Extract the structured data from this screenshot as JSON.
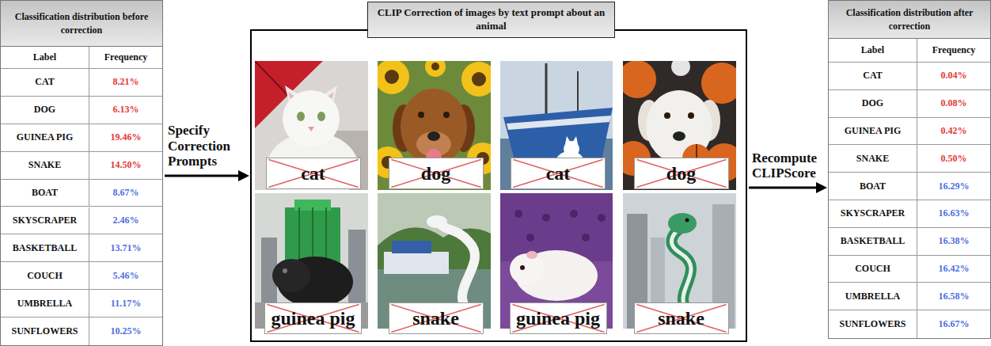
{
  "diagram": {
    "nodes": [
      {
        "text": [
          "Classification distribution before correction"
        ]
      },
      {
        "text": [
          "CLIP Correction of images by text prompt about an animal"
        ]
      },
      {
        "text": [
          "Classification distribution after correction"
        ]
      },
      {
        "text": [
          "cat"
        ],
        "in": 1
      },
      {
        "text": [
          "dog"
        ],
        "in": 1
      },
      {
        "text": [
          "cat"
        ],
        "in": 1
      },
      {
        "text": [
          "dog"
        ],
        "in": 1
      },
      {
        "text": [
          "guinea pig"
        ],
        "in": 1
      },
      {
        "text": [
          "snake"
        ],
        "in": 1
      },
      {
        "text": [
          "guinea pig"
        ],
        "in": 1
      },
      {
        "text": [
          "snake"
        ],
        "in": 1
      }
    ],
    "edges": [
      {
        "from": 0,
        "to": 1,
        "arrow": "to",
        "label": "Specify Correction Prompts"
      },
      {
        "from": 1,
        "to": 2,
        "arrow": "to",
        "label": "Recompute CLIPScore"
      }
    ],
    "labels": [
      "Label",
      "Frequency",
      "CAT",
      "8.21%",
      "DOG",
      "6.13%",
      "GUINEA PIG",
      "19.46%",
      "SNAKE",
      "14.50%",
      "BOAT",
      "8.67%",
      "SKYSCRAPER",
      "2.46%",
      "BASKETBALL",
      "13.71%",
      "COUCH",
      "5.46%",
      "UMBRELLA",
      "11.17%",
      "SUNFLOWERS",
      "10.25%",
      "Label",
      "Frequency",
      "CAT",
      "0.04%",
      "DOG",
      "0.08%",
      "GUINEA PIG",
      "0.42%",
      "SNAKE",
      "0.50%",
      "BOAT",
      "16.29%",
      "SKYSCRAPER",
      "16.63%",
      "BASKETBALL",
      "16.38%",
      "COUCH",
      "16.42%",
      "UMBRELLA",
      "16.58%",
      "SUNFLOWERS",
      "16.67%"
    ]
  }
}
